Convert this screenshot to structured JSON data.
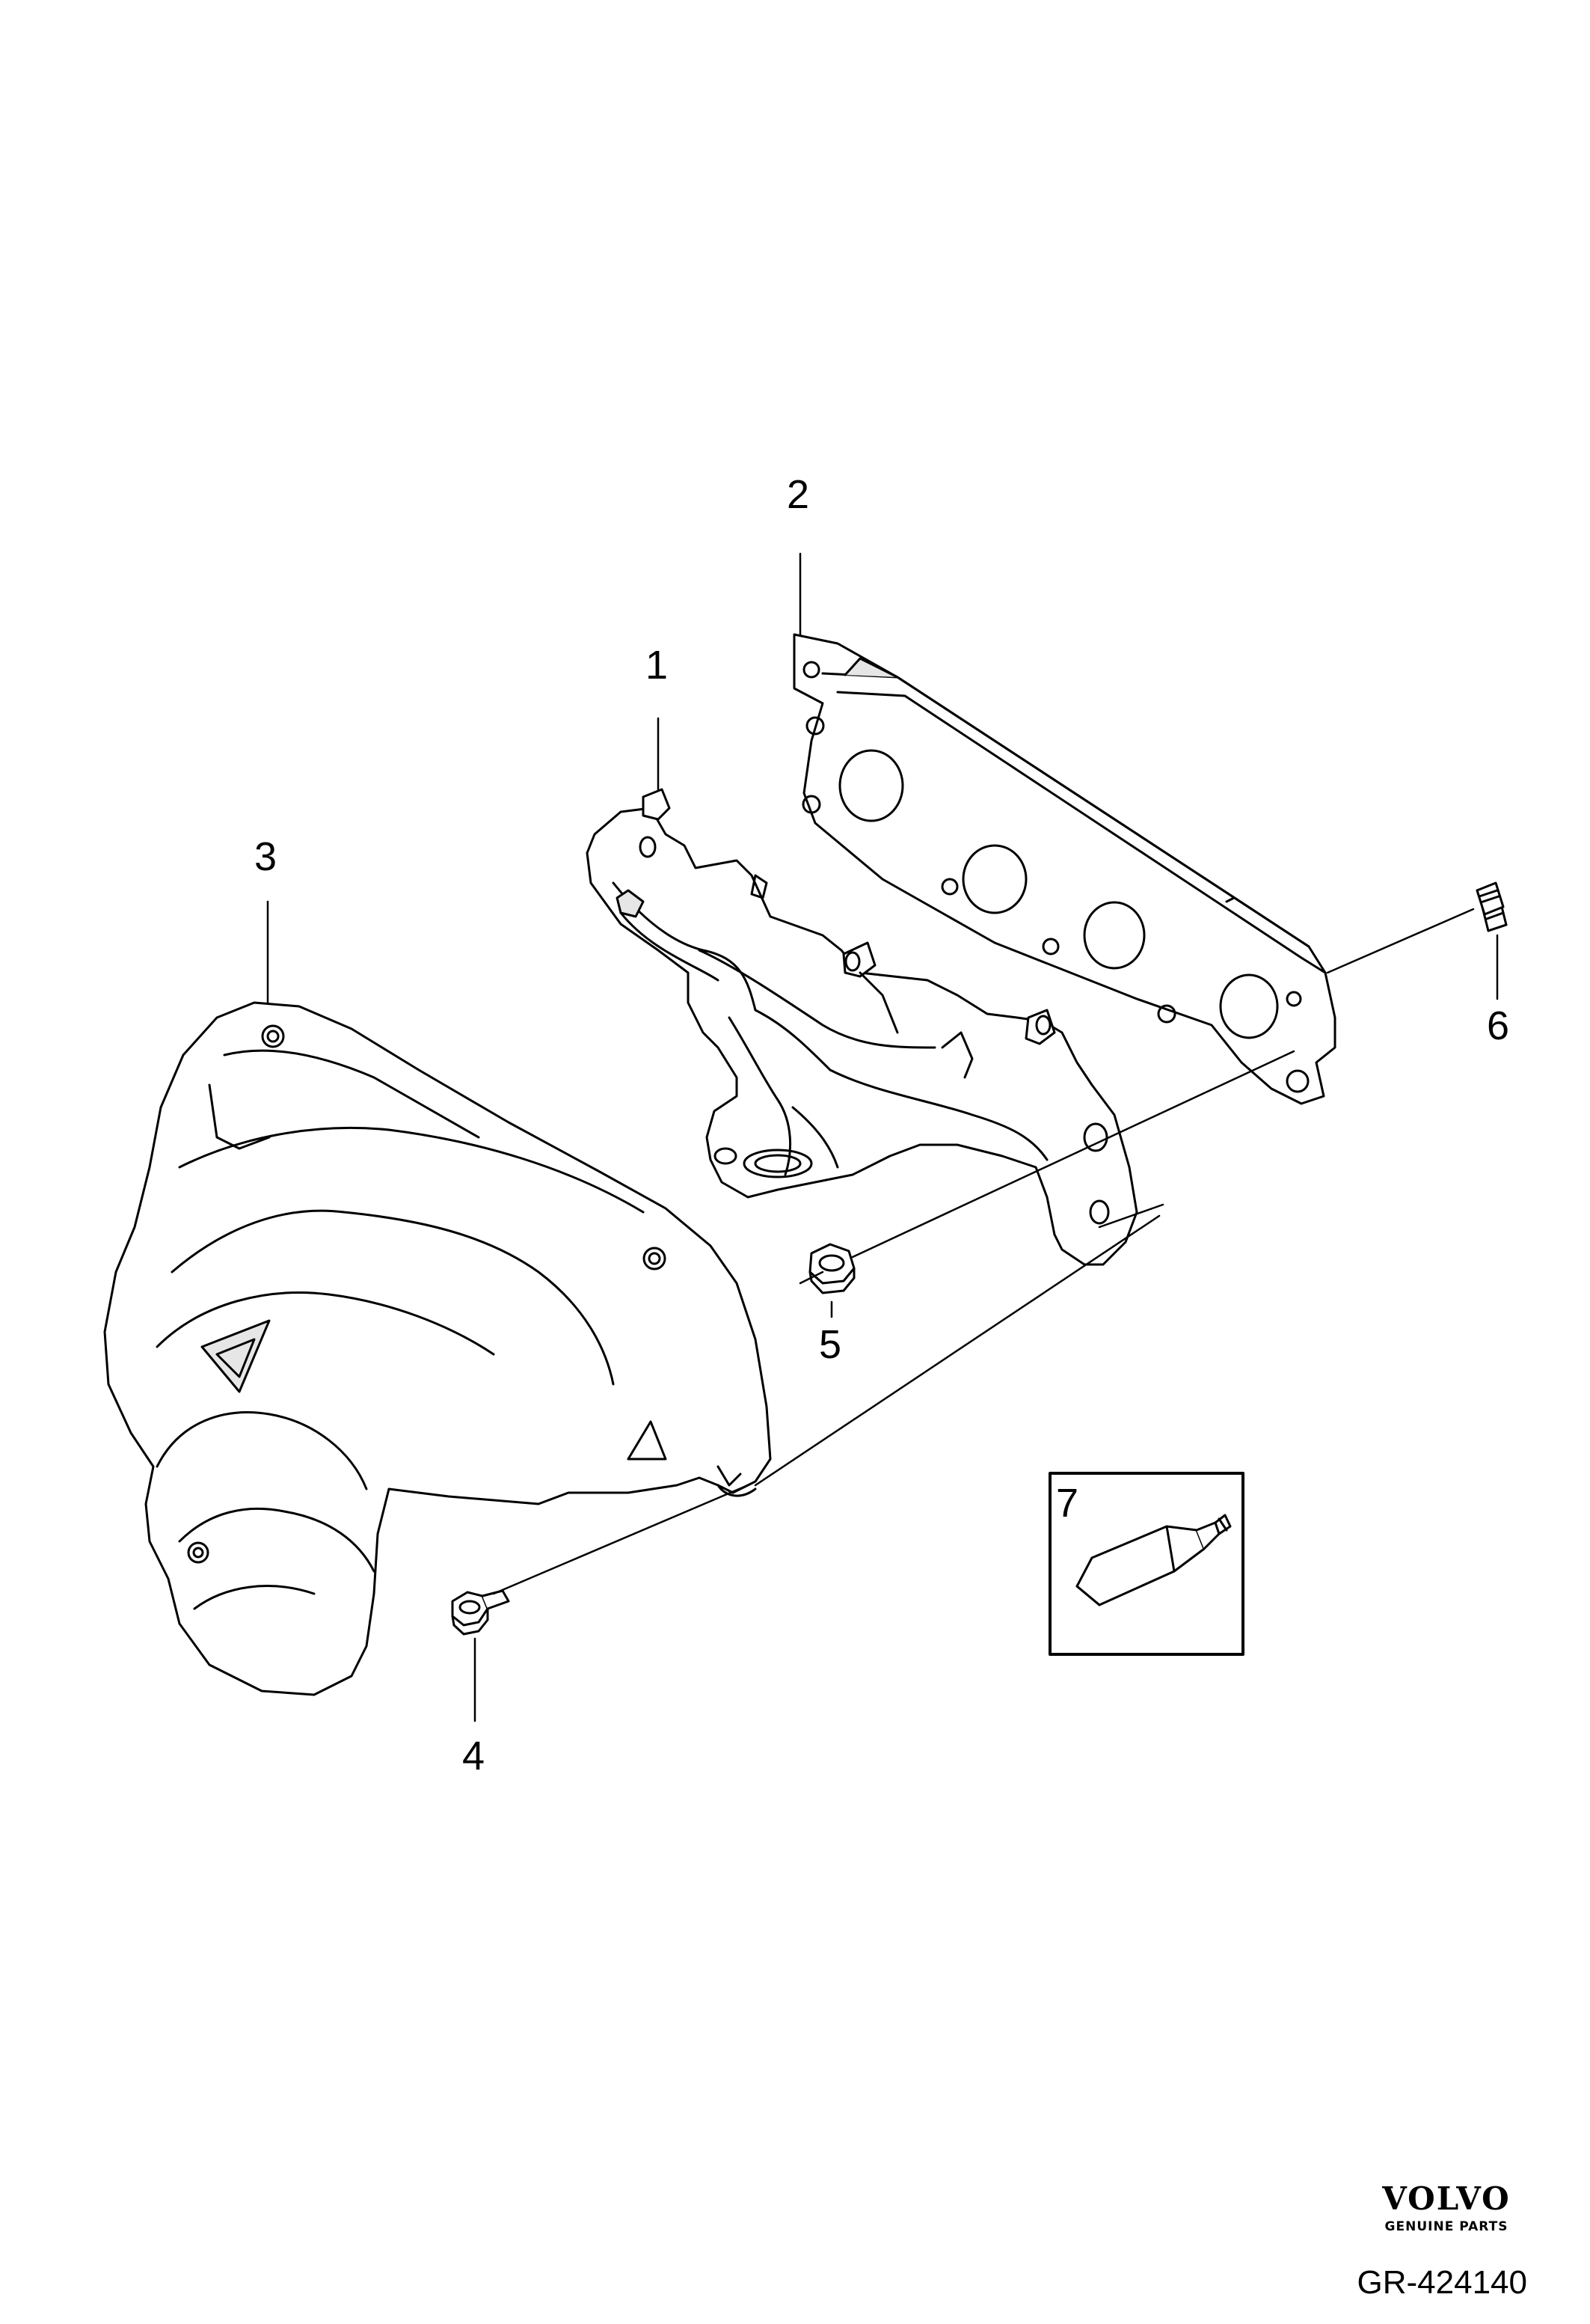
{
  "callouts": {
    "c1": "1",
    "c2": "2",
    "c3": "3",
    "c4": "4",
    "c5": "5",
    "c6": "6",
    "c7": "7"
  },
  "brand": {
    "name": "VOLVO",
    "tagline": "GENUINE PARTS"
  },
  "reference": "GR-424140",
  "colors": {
    "line": "#000000",
    "fill": "#ffffff",
    "shade": "#e6e6e6"
  }
}
